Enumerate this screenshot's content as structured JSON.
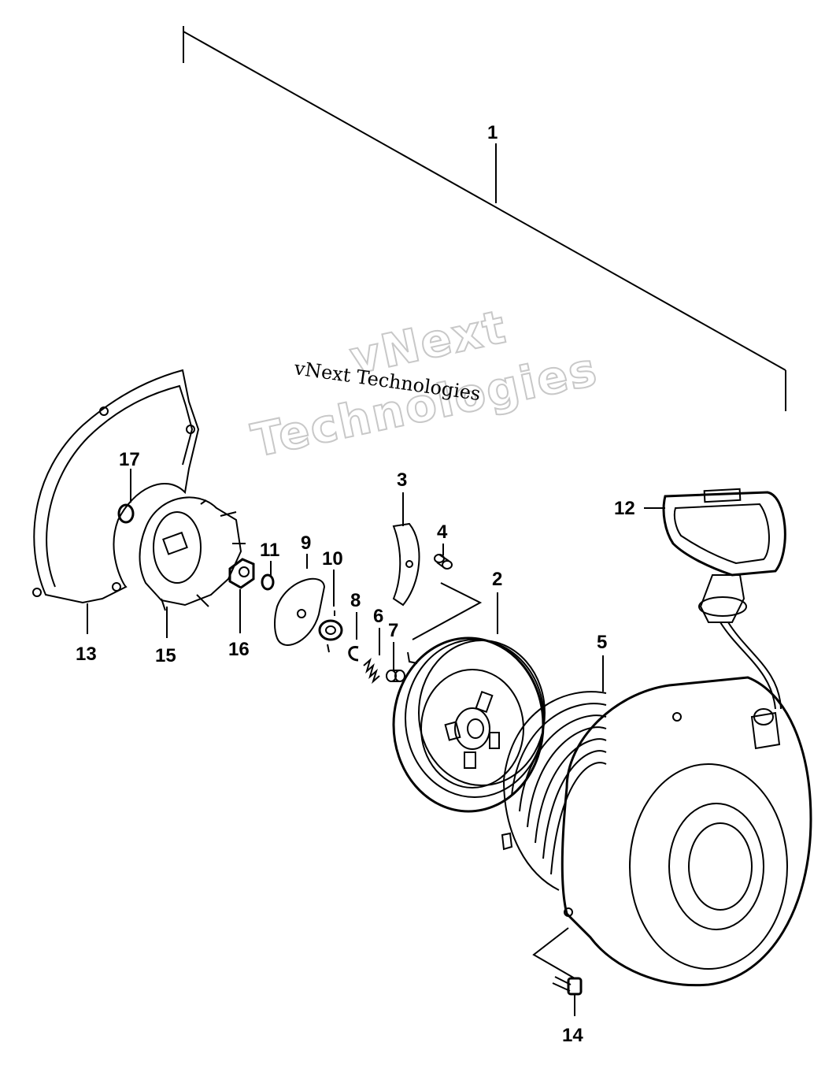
{
  "watermark": {
    "text_small": "vNext Technologies",
    "text_big_line1": "vNext",
    "text_big_line2": "Technologies"
  },
  "labels": {
    "p1": "1",
    "p2": "2",
    "p3": "3",
    "p4": "4",
    "p5": "5",
    "p6": "6",
    "p7": "7",
    "p8": "8",
    "p9": "9",
    "p10": "10",
    "p11": "11",
    "p12": "12",
    "p13": "13",
    "p14": "14",
    "p15": "15",
    "p16": "16",
    "p17": "17"
  },
  "colors": {
    "line": "#000000",
    "watermark_outline": "#c8c8c8",
    "background": "#ffffff"
  }
}
